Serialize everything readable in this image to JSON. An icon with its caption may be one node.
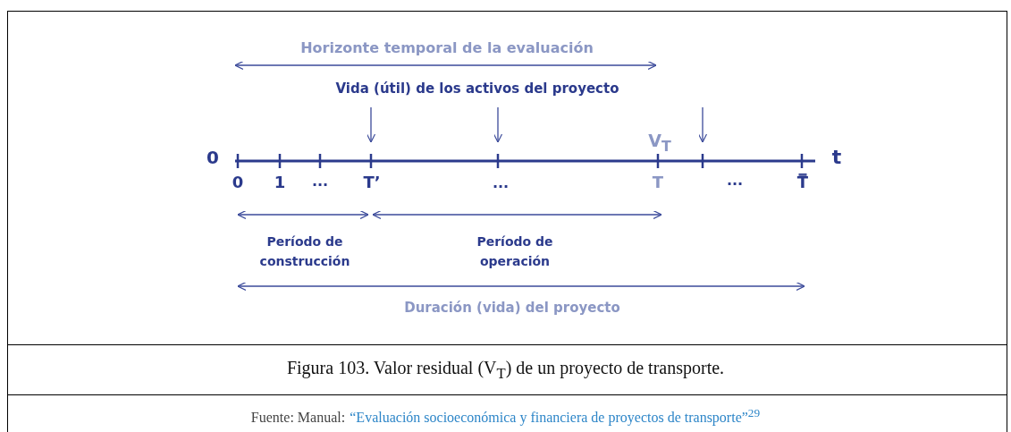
{
  "diagram": {
    "caption": "Figura 103. Valor residual (V$_{T}$) de un proyecto de transporte.",
    "labels": [
      "Horizonte temporal de la evaluación",
      "Vida (útil) de los activos del proyecto",
      "V$_{T}$",
      "0",
      "t",
      "0",
      "1",
      "...",
      "T’",
      "...",
      "T",
      "...",
      "T̿",
      "Período de construcción",
      "Período de operación",
      "Duración (vida) del proyecto",
      "Fuente: Manual:",
      "“Evaluación socioeconómica y financiera de proyectos de transporte”$^{29}$"
    ]
  }
}
